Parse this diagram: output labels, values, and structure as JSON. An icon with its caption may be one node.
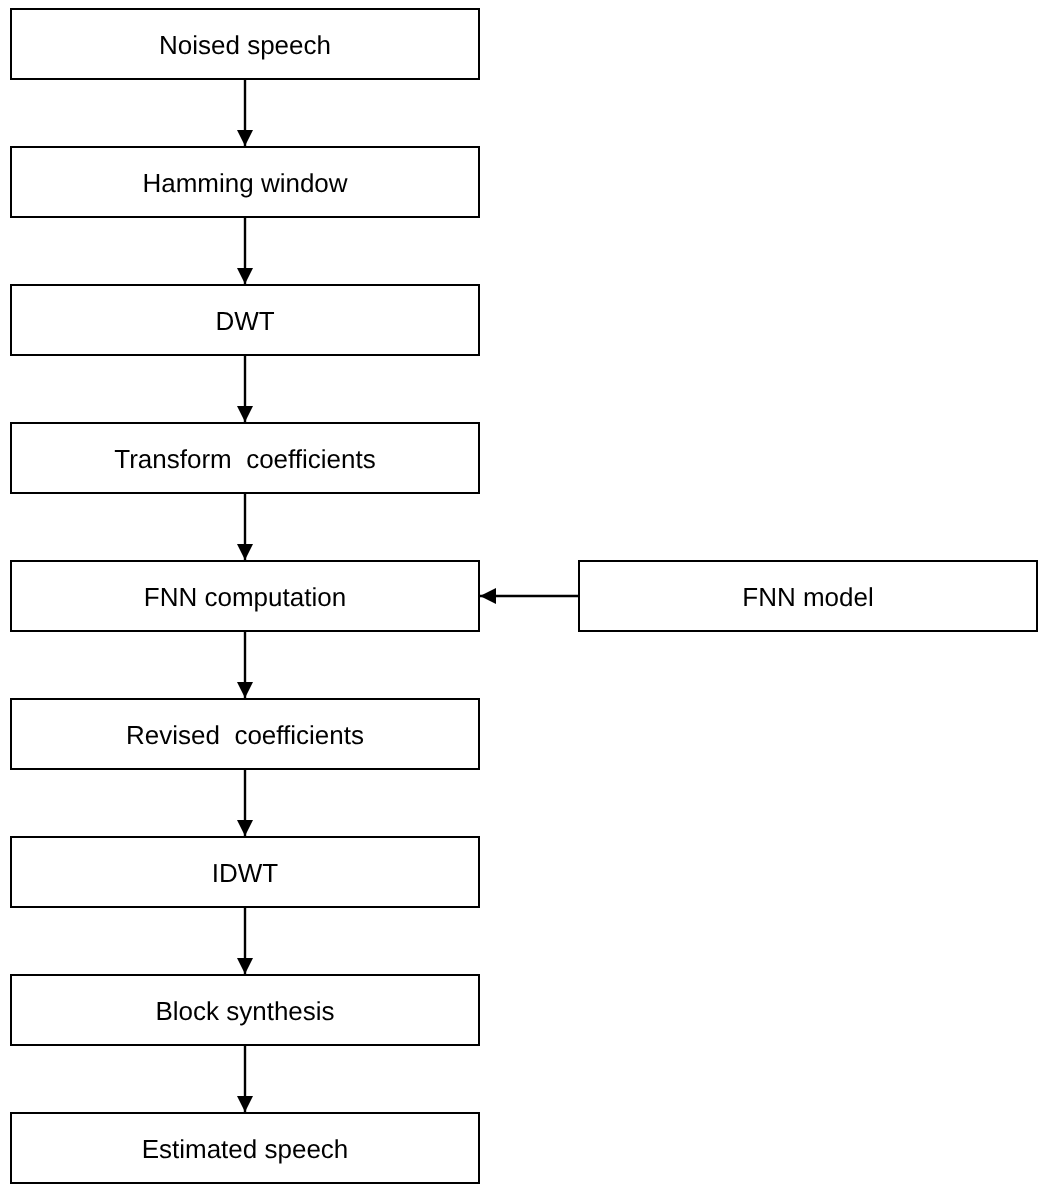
{
  "diagram": {
    "nodes": [
      {
        "text": [
          "Noised speech"
        ]
      },
      {
        "text": [
          "Hamming window"
        ]
      },
      {
        "text": [
          "DWT"
        ]
      },
      {
        "text": [
          "Transform  coefficients"
        ]
      },
      {
        "text": [
          "FNN computation"
        ]
      },
      {
        "text": [
          "Revised  coefficients"
        ]
      },
      {
        "text": [
          "IDWT"
        ]
      },
      {
        "text": [
          "Block synthesis"
        ]
      },
      {
        "text": [
          "Estimated speech"
        ]
      },
      {
        "text": [
          "FNN model"
        ]
      }
    ],
    "edges": [
      {
        "from": 0,
        "to": 1,
        "arrow": "to"
      },
      {
        "from": 1,
        "to": 2,
        "arrow": "to"
      },
      {
        "from": 2,
        "to": 3,
        "arrow": "to"
      },
      {
        "from": 3,
        "to": 4,
        "arrow": "to"
      },
      {
        "from": 4,
        "to": 5,
        "arrow": "to"
      },
      {
        "from": 5,
        "to": 6,
        "arrow": "to"
      },
      {
        "from": 6,
        "to": 7,
        "arrow": "to"
      },
      {
        "from": 7,
        "to": 8,
        "arrow": "to"
      },
      {
        "from": 9,
        "to": 4,
        "arrow": "to"
      }
    ]
  }
}
